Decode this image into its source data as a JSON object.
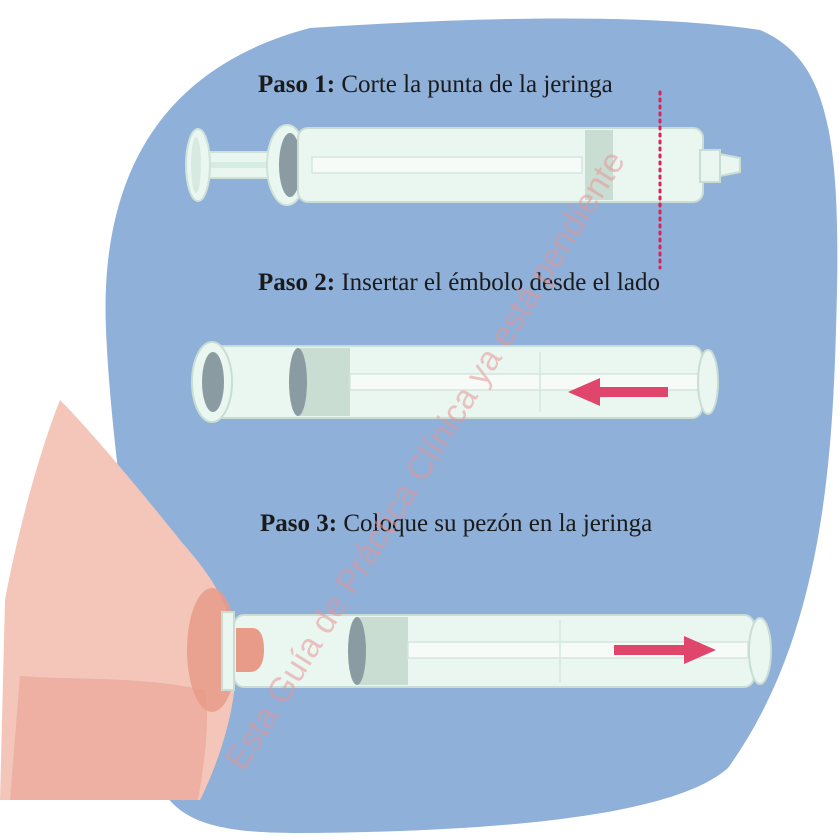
{
  "colors": {
    "background_blob": "#8fb0d9",
    "syringe_body": "#eaf7f1",
    "syringe_outline": "#c9ddd4",
    "plunger_seal": "#c9ddd3",
    "flange_dark": "#8a9ca1",
    "cut_line": "#d5255a",
    "arrow": "#e0456b",
    "breast": "#f3c6b9",
    "breast_shadow": "#eaa798",
    "nipple": "#e89b88"
  },
  "steps": [
    {
      "label": "Paso 1:",
      "text": "Corte la punta de la jeringa"
    },
    {
      "label": "Paso 2:",
      "text": "Insertar el émbolo desde el lado"
    },
    {
      "label": "Paso 3:",
      "text": "Coloque su pezón en la jeringa"
    }
  ],
  "watermark": "Esta Guía de Práctica Clínica ya está pendiente"
}
